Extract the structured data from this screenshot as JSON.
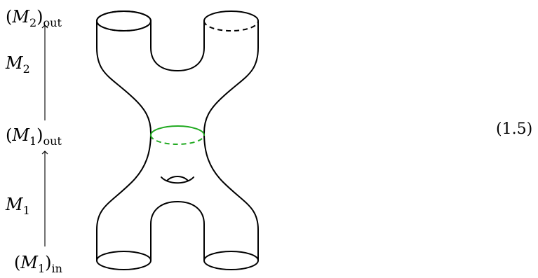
{
  "labels": {
    "m2_out": {
      "open": "(",
      "symbol": "M",
      "sub": "2",
      "close": ")",
      "outer_sub": "out"
    },
    "m2": {
      "symbol": "M",
      "sub": "2"
    },
    "m1_out": {
      "open": "(",
      "symbol": "M",
      "sub": "1",
      "close": ")",
      "outer_sub": "out"
    },
    "m1": {
      "symbol": "M",
      "sub": "1"
    },
    "m1_in": {
      "open": "(",
      "symbol": "M",
      "sub": "1",
      "close": ")",
      "outer_sub": "in"
    }
  },
  "equation_number": "(1.5)",
  "colors": {
    "stroke": "#000000",
    "highlight": "#22aa22"
  }
}
